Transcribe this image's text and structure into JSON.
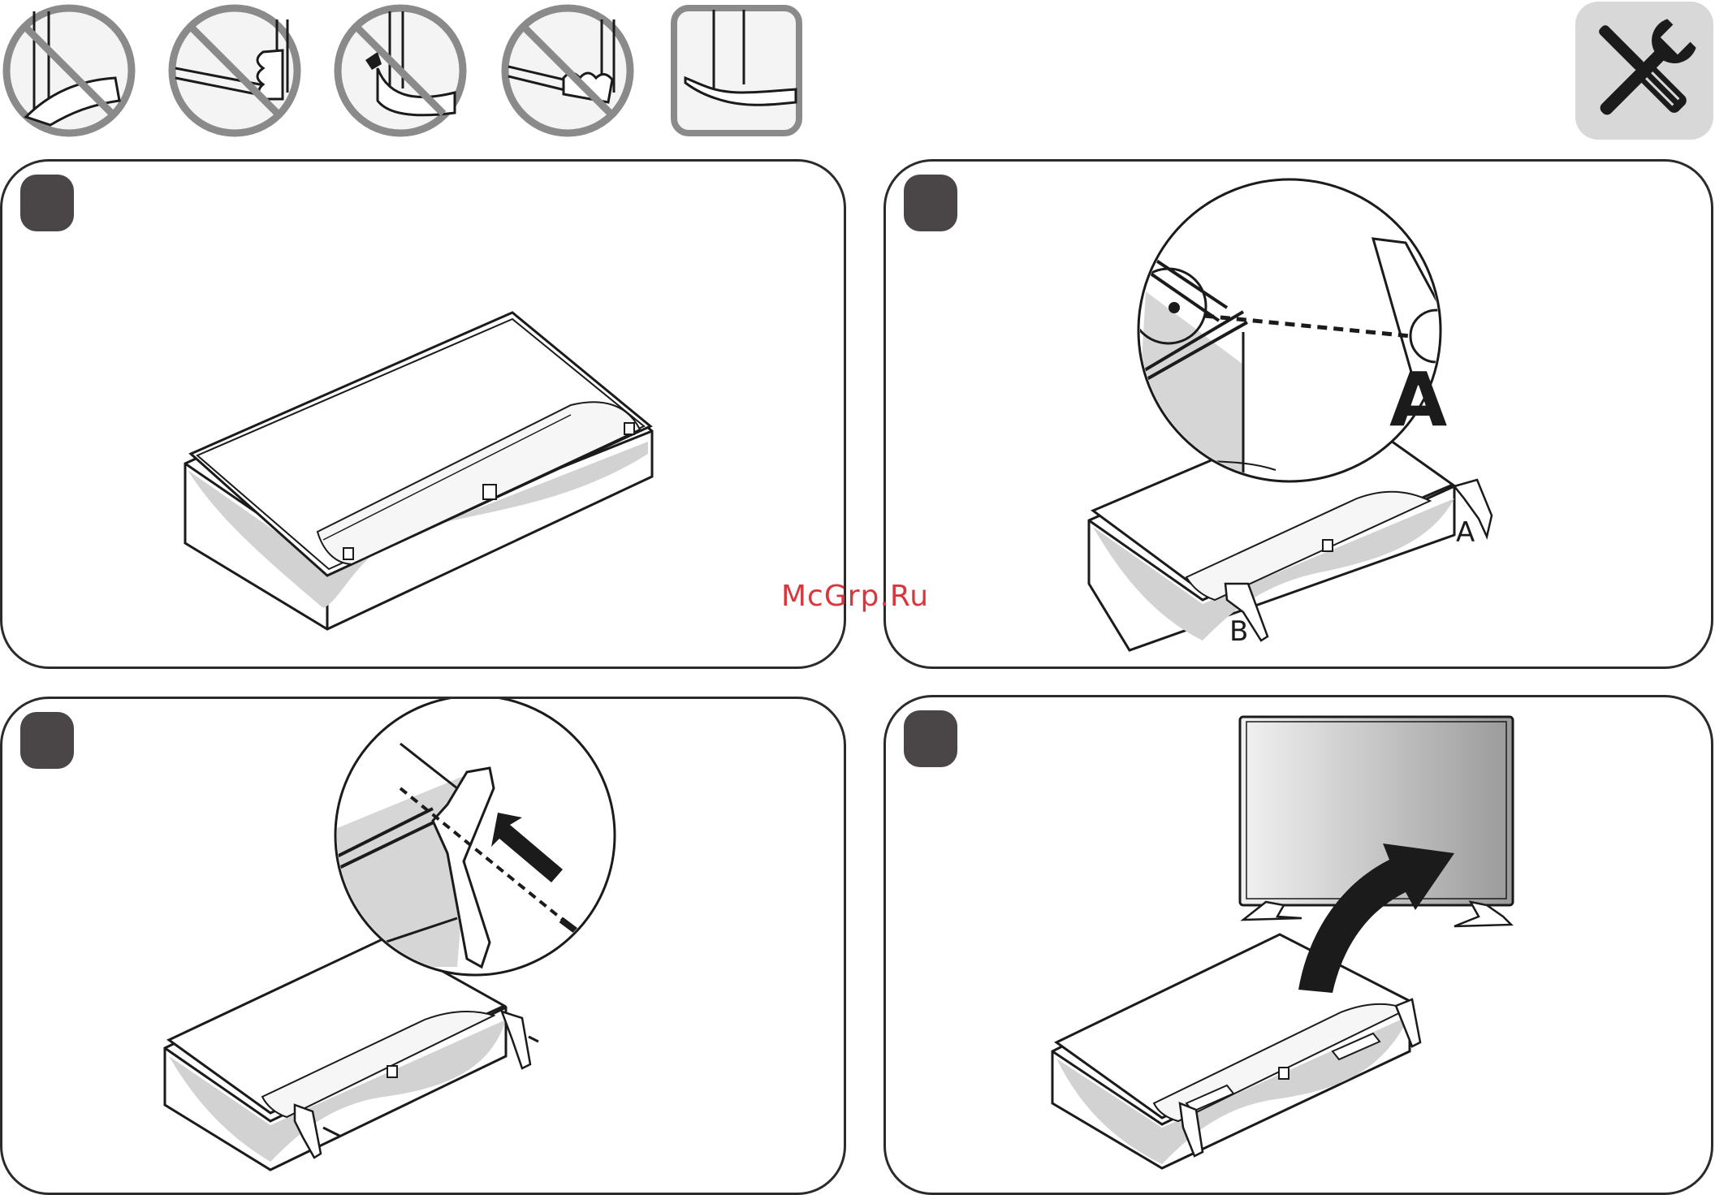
{
  "watermark": "McGrp.Ru",
  "labels": {
    "part_a_large": "A",
    "part_a": "A",
    "part_b": "B"
  },
  "colors": {
    "line": "#1b1b1b",
    "warning_gray": "#8a8a8a",
    "badge": "#4a4647",
    "shadow": "#cfcfcf",
    "watermark": "#d9373d"
  },
  "icons": {
    "warnings": [
      "no-touch-screen-icon",
      "no-grab-edge-icon",
      "no-press-screen-icon",
      "no-grab-bottom-icon",
      "correct-hold-icon"
    ],
    "tools": "screwdriver-wrench-icon"
  },
  "steps": [
    "step-1",
    "step-2",
    "step-3",
    "step-4"
  ]
}
